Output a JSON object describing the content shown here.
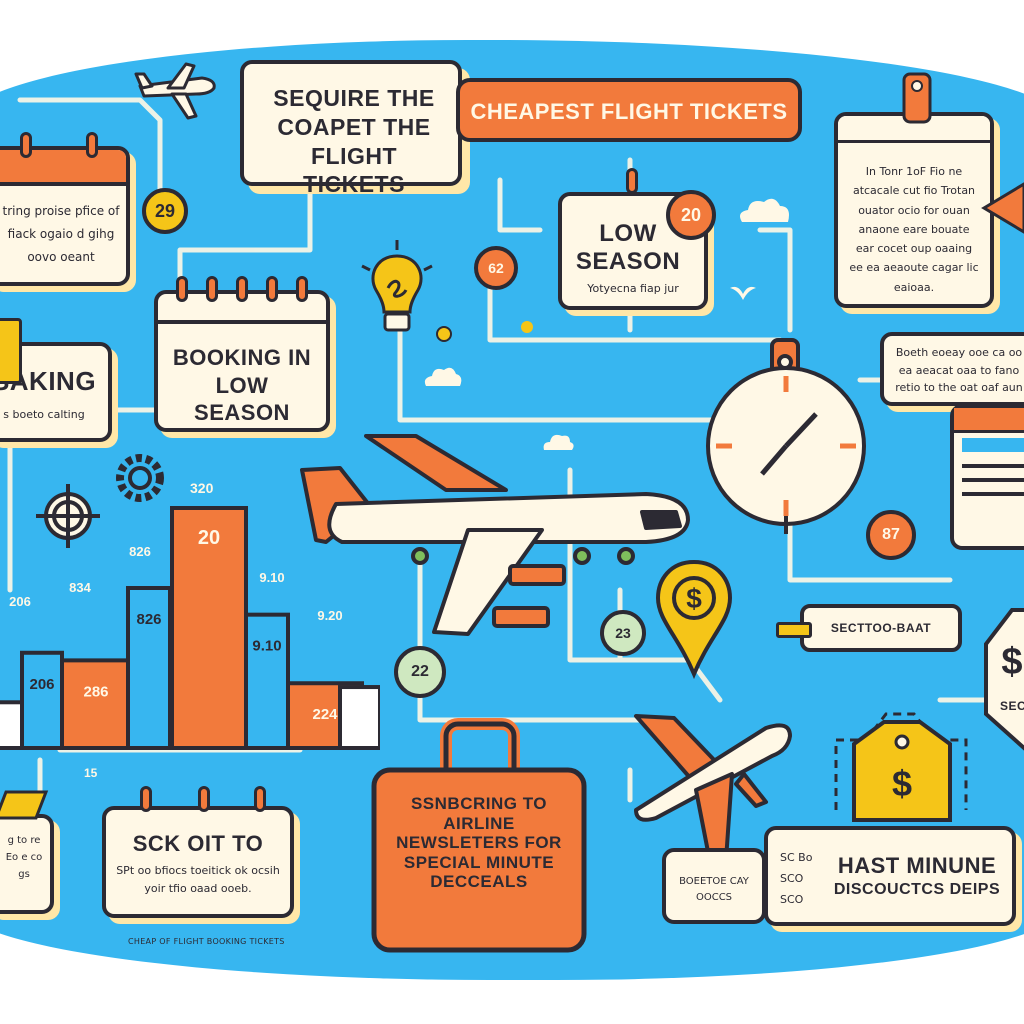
{
  "header": {
    "title_card": "SEQUIRE THE COAPET THE FLIGHT TICKETS",
    "banner": "CHEAPEST FLIGHT TICKETS"
  },
  "cards": {
    "top_left": "tring proise pfice of fiack ogaio d gihg oovo oeant",
    "low_season_title": "LOW SEASON",
    "low_season_sub": "Yotyecna fiap jur",
    "top_right": "In Tonr 1oF Fio ne atcacale cut fio Trotan ouator ocio for ouan anaone eare bouate ear cocet oup oaaing ee ea aeaoute cagar lic eaioaa.",
    "booking": "BOOKING IN LOW SEASON",
    "saking": "SAKING",
    "saking_sub": "s boeto calting",
    "right_mid": "Boeth eoeay ooe ca oo ea aeacat oaa to fano retio to the oat oaf aun",
    "section_pill": "SECTTOO-BAAT",
    "sck_title": "SCK OIT TO",
    "sck_sub": "SPt oo bfiocs toeitick ok ocsih yoir tfio oaad ooeb.",
    "suitcase": "SSNBCRING TO AIRLINE NEWSLETERS FOR SPECIAL MINUTE DECCEALS",
    "hast_title": "HAST MINUNE",
    "hast_sub": "DISCOUCTCS DEIPS",
    "hast_left": "BOEETOE CAY OOCCS",
    "hast_lines": "SC Bo SCO SCO",
    "left_bottom": "g to re Eo e co gs",
    "footnote": "CHEAP OF FLIGHT BOOKING TICKETS",
    "right_edge": "SEC"
  },
  "badges": {
    "b29": "29",
    "b20": "20",
    "b62": "62",
    "b87": "87",
    "b23": "23",
    "b22": "22",
    "b320": "320",
    "b15": "15"
  },
  "chart_data": {
    "type": "bar",
    "categories": [
      "",
      "",
      "",
      "",
      "",
      "",
      "",
      ""
    ],
    "values": [
      12,
      25,
      23,
      42,
      63,
      35,
      17,
      16
    ],
    "labels": [
      "",
      "206",
      "286",
      "826",
      "20",
      "9.10",
      "224",
      ""
    ],
    "top_labels": [
      "206",
      "834",
      "826",
      "9.10",
      "9.20"
    ],
    "series": [
      {
        "values": [
          12,
          25,
          23,
          42,
          63,
          35,
          17,
          16
        ]
      }
    ],
    "colors": [
      "#ffffff",
      "#37b6f0",
      "#f27a3c",
      "#37b6f0",
      "#f27a3c",
      "#37b6f0",
      "#f27a3c",
      "#ffffff"
    ]
  },
  "colors": {
    "background": "#37b6f0",
    "card": "#fff8e6",
    "accent": "#f27a3c",
    "ink": "#2c2a33",
    "yellow": "#f5c518"
  },
  "icons": [
    "airplane-icon",
    "lightbulb-icon",
    "clock-icon",
    "price-tag-icon",
    "location-pin-icon",
    "suitcase-icon",
    "gear-icon",
    "cloud-icon",
    "calendar-icon"
  ]
}
